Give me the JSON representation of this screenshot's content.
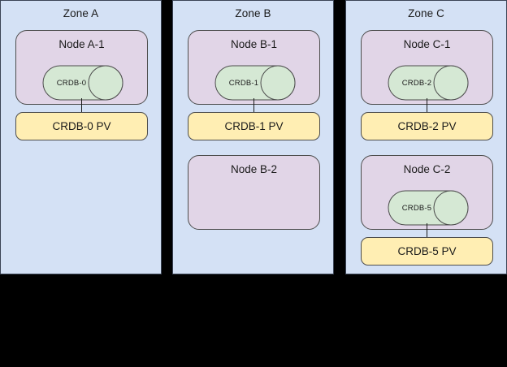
{
  "diagram": {
    "background_color": "#000000",
    "zone_fill": "#d4e1f5",
    "node_fill": "#e1d5e7",
    "cylinder_fill": "#d5e8d4",
    "pv_fill": "#ffeeb3",
    "stroke_color": "#4d4d4d"
  },
  "zones": [
    {
      "title": "Zone A",
      "nodes": [
        {
          "title": "Node A-1",
          "cylinder": {
            "label": "CRDB-0"
          },
          "pv": {
            "label": "CRDB-0 PV"
          }
        }
      ]
    },
    {
      "title": "Zone B",
      "nodes": [
        {
          "title": "Node B-1",
          "cylinder": {
            "label": "CRDB-1"
          },
          "pv": {
            "label": "CRDB-1 PV"
          }
        },
        {
          "title": "Node B-2",
          "cylinder": null,
          "pv": null
        }
      ]
    },
    {
      "title": "Zone C",
      "nodes": [
        {
          "title": "Node C-1",
          "cylinder": {
            "label": "CRDB-2"
          },
          "pv": {
            "label": "CRDB-2 PV"
          }
        },
        {
          "title": "Node C-2",
          "cylinder": {
            "label": "CRDB-5"
          },
          "pv": {
            "label": "CRDB-5 PV"
          }
        }
      ]
    }
  ]
}
